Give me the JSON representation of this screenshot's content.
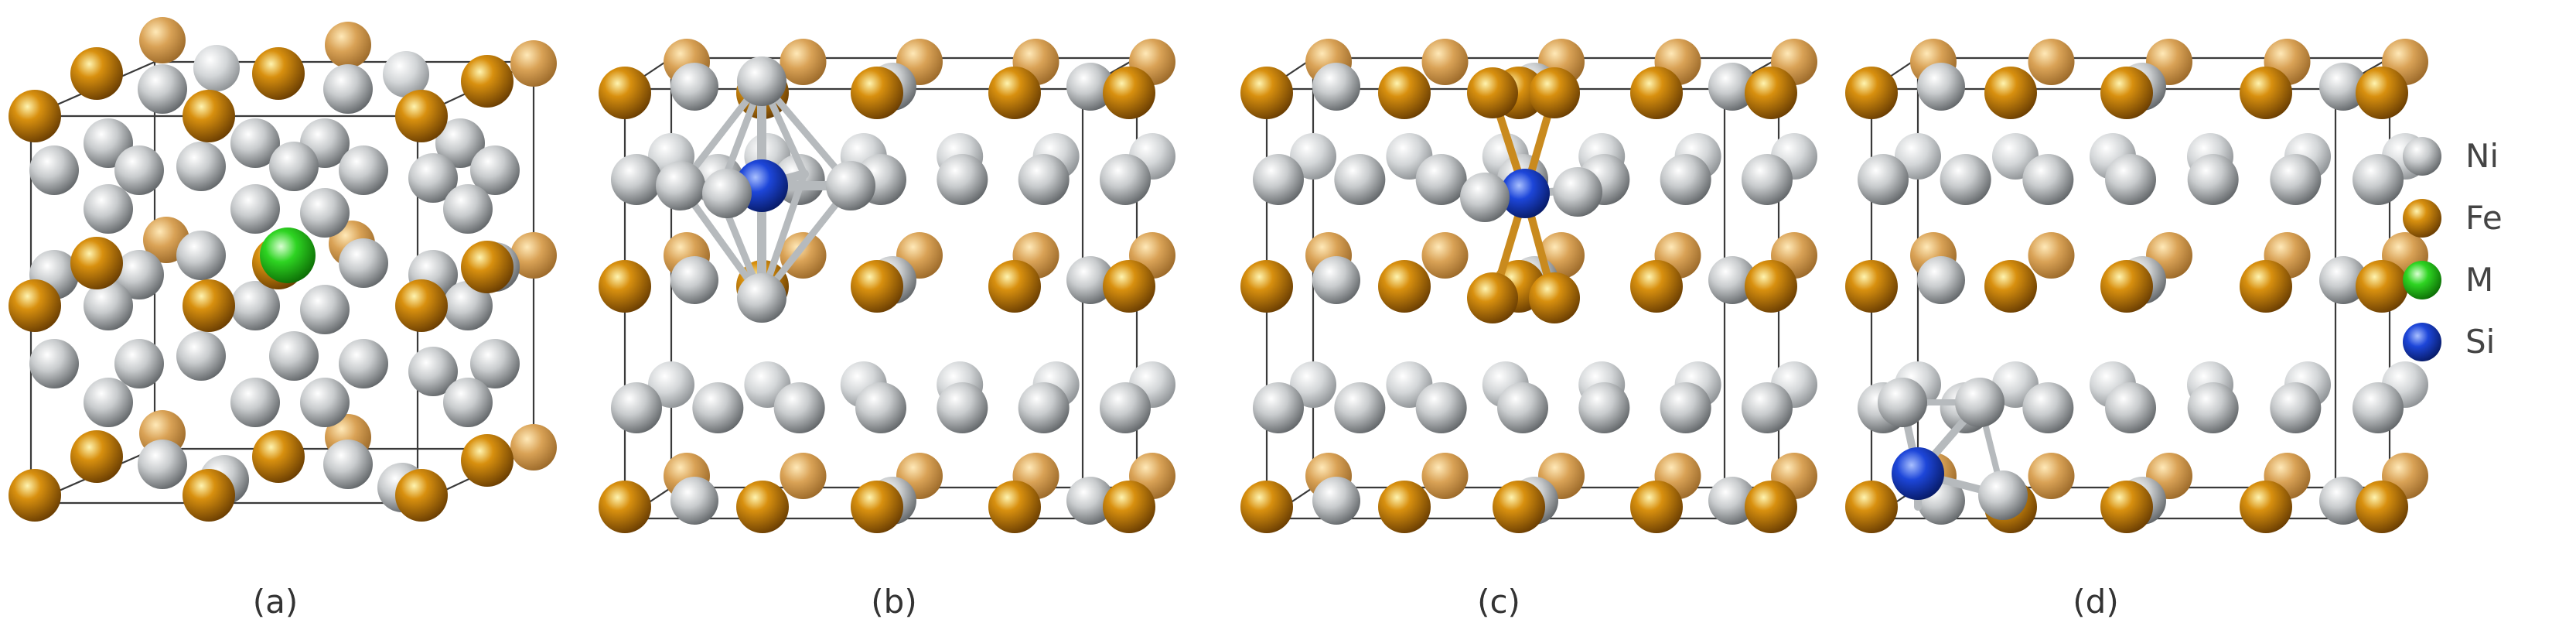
{
  "figure": {
    "panels": [
      {
        "id": "a",
        "label": "(a)",
        "dopant": "M"
      },
      {
        "id": "b",
        "label": "(b)",
        "dopant": "Si"
      },
      {
        "id": "c",
        "label": "(c)",
        "dopant": "Si"
      },
      {
        "id": "d",
        "label": "(d)",
        "dopant": "Si"
      }
    ],
    "legend": [
      {
        "element": "Ni",
        "label": "Ni",
        "color": "#b9bcbe"
      },
      {
        "element": "Fe",
        "label": "Fe",
        "color": "#c67d0e"
      },
      {
        "element": "M",
        "label": "M",
        "color": "#27c21b"
      },
      {
        "element": "Si",
        "label": "Si",
        "color": "#1c3fd1"
      }
    ],
    "bond_colors": {
      "ni_bond": "#b6babd",
      "fe_bond": "#c98a1e"
    }
  }
}
